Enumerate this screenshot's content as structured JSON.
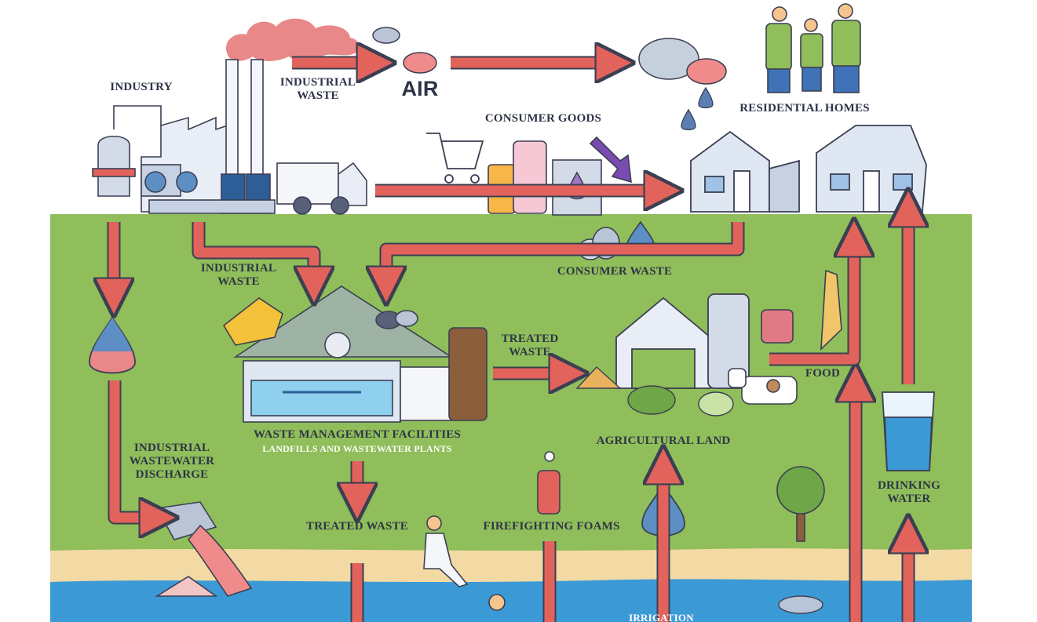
{
  "labels": {
    "industry": "INDUSTRY",
    "industrial_waste_top_1": "INDUSTRIAL",
    "industrial_waste_top_2": "WASTE",
    "air": "AIR",
    "consumer_goods": "CONSUMER GOODS",
    "residential_homes": "RESIDENTIAL HOMES",
    "industrial_waste_mid_1": "INDUSTRIAL",
    "industrial_waste_mid_2": "WASTE",
    "consumer_waste": "CONSUMER WASTE",
    "treated_waste_mid_1": "TREATED",
    "treated_waste_mid_2": "WASTE",
    "food": "FOOD",
    "waste_management": "WASTE MANAGEMENT FACILITIES",
    "landfills": "LANDFILLS AND WASTEWATER PLANTS",
    "agricultural_land": "AGRICULTURAL LAND",
    "industrial_wastewater_1": "INDUSTRIAL",
    "industrial_wastewater_2": "WASTEWATER",
    "industrial_wastewater_3": "DISCHARGE",
    "drinking_water_1": "DRINKING",
    "drinking_water_2": "WATER",
    "treated_waste_bottom": "TREATED WASTE",
    "firefighting_foams": "FIREFIGHTING FOAMS",
    "irrigation": "IRRIGATION"
  },
  "colors": {
    "arrow": "#e2635c",
    "arrow_outline": "#3b3f52",
    "grass": "#8fbe5a",
    "water": "#3b9ad6",
    "sand": "#f3d9a4",
    "ink": "#2e3447"
  }
}
